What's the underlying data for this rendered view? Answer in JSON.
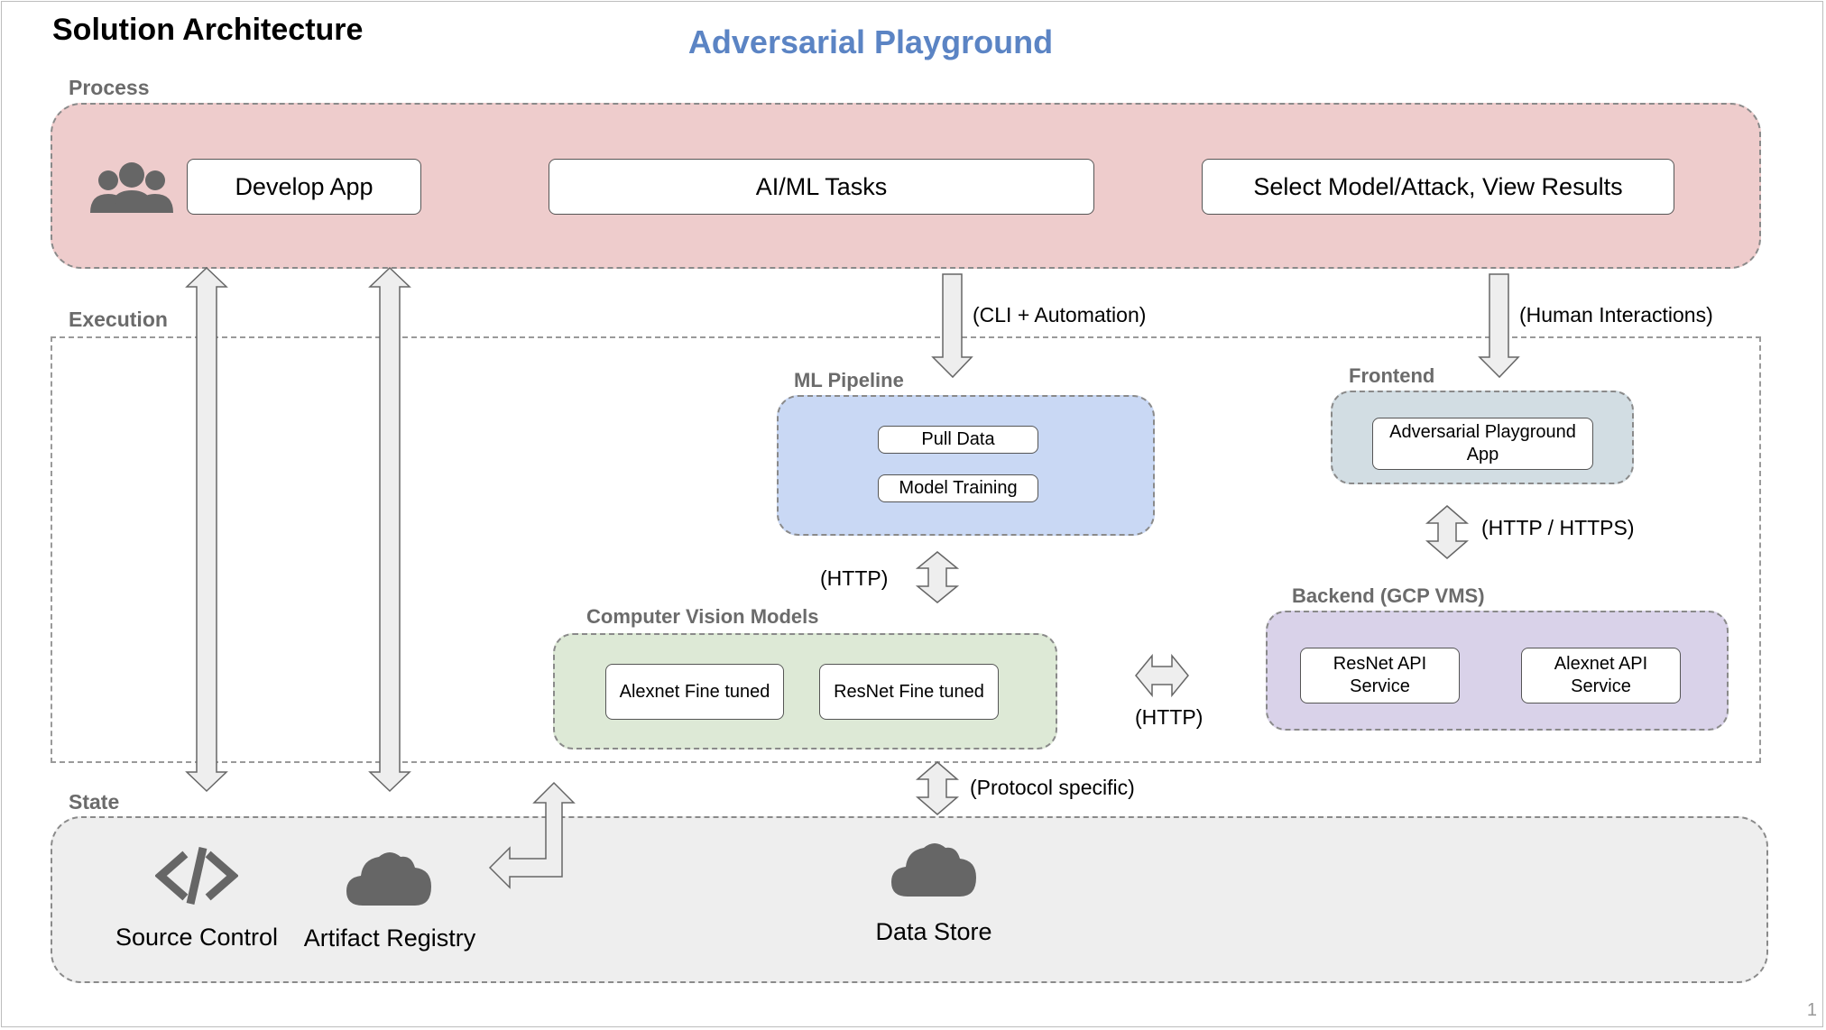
{
  "header": {
    "title": "Solution Architecture",
    "diagram_title": "Adversarial Playground"
  },
  "sections": {
    "process": "Process",
    "execution": "Execution",
    "state": "State"
  },
  "process": {
    "develop_app": "Develop App",
    "aiml_tasks": "AI/ML Tasks",
    "select_model": "Select Model/Attack, View Results"
  },
  "ml_pipeline": {
    "label": "ML Pipeline",
    "pull_data": "Pull Data",
    "model_training": "Model Training"
  },
  "frontend": {
    "label": "Frontend",
    "app_line1": "Adversarial Playground",
    "app_line2": "App"
  },
  "cv_models": {
    "label": "Computer Vision Models",
    "alexnet": "Alexnet Fine tuned",
    "resnet": "ResNet Fine tuned"
  },
  "backend": {
    "label": "Backend (GCP VMS)",
    "resnet_line1": "ResNet API",
    "resnet_line2": "Service",
    "alexnet_line1": "Alexnet API",
    "alexnet_line2": "Service"
  },
  "connections": {
    "cli": "(CLI + Automation)",
    "human": "(Human Interactions)",
    "http_pipeline": "(HTTP)",
    "http_https": "(HTTP / HTTPS)",
    "http_backend": "(HTTP)",
    "protocol": "(Protocol specific)"
  },
  "state": {
    "source_control": "Source Control",
    "artifact_registry": "Artifact Registry",
    "data_store": "Data Store"
  },
  "icons": {
    "users": "users-icon",
    "code": "code-icon",
    "cloud": "cloud-icon"
  },
  "colors": {
    "title_accent": "#5b84c4",
    "process_fill": "#eecccc",
    "ml_fill": "#c9d8f4",
    "frontend_fill": "#d2dde3",
    "cv_fill": "#dde9d6",
    "backend_fill": "#d9d2e9",
    "state_fill": "#eeeeee",
    "icon_gray": "#666666"
  },
  "page_number": "1"
}
